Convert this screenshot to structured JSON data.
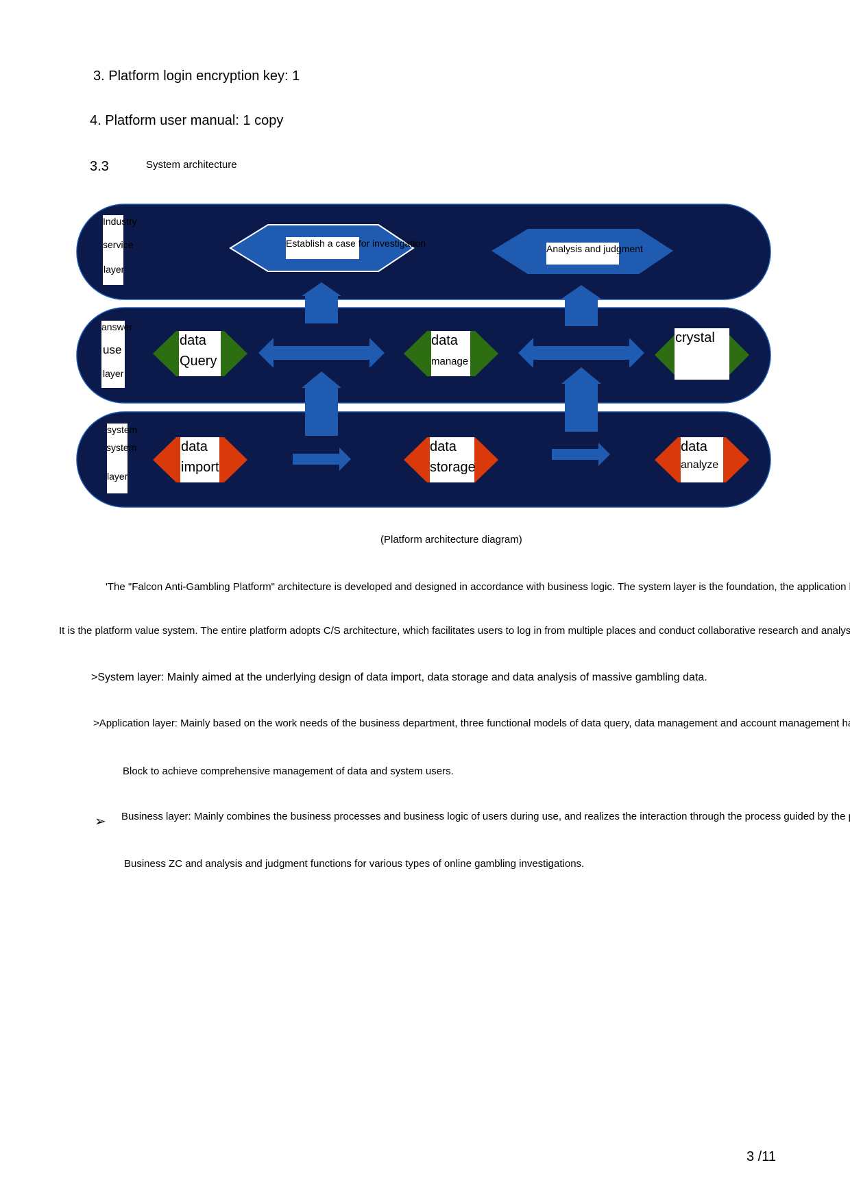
{
  "list_items": {
    "item3": "3. Platform login encryption key: 1",
    "item4": "4. Platform user manual: 1 copy"
  },
  "section": {
    "number": "3.3",
    "title": "System architecture"
  },
  "diagram": {
    "layers": {
      "business": [
        "Industry",
        "service",
        "layer"
      ],
      "application": [
        "answer",
        "use",
        "layer"
      ],
      "system": [
        "system",
        "system",
        "layer"
      ]
    },
    "modules": {
      "establish_case": "Establish a case for investigation",
      "analysis_judgment": "Analysis and judgment",
      "data_query": [
        "data",
        "Query"
      ],
      "data_manage": [
        "data",
        "manage"
      ],
      "crystal": "crystal",
      "data_import": [
        "data",
        "import"
      ],
      "data_storage": [
        "data",
        "storage"
      ],
      "data_analyze": [
        "data",
        "analyze"
      ]
    },
    "colors": {
      "layer_band": "#0b1a4a",
      "arrow_blue": "#1f5bb0",
      "app_green": "#2e6e12",
      "sys_red": "#d9390b"
    }
  },
  "caption": "(Platform architecture diagram)",
  "paragraphs": {
    "p1": "'The \"Falcon Anti-Gambling Platform\" architecture is developed and designed in accordance with business logic. The system layer is the foundation, the application layer is the core, and the business layer",
    "p2": "It is the platform value system. The entire platform adopts C/S architecture, which facilitates users to log in from multiple places and conduct collaborative research and analysis work.",
    "system_layer": ">System layer: Mainly aimed at the underlying design of data import, data storage and data analysis of massive gambling data.",
    "application_layer": ">Application layer: Mainly based on the work needs of the business department, three functional models of data query, data management and account management have been designed.",
    "application_cont": "Block to achieve comprehensive management of data and system users.",
    "business_bullet": "➢",
    "business_layer": "Business layer: Mainly combines the business processes and business logic of users during use, and realizes the interaction through the process guided by the platform.",
    "business_cont": "Business ZC and analysis and judgment functions for various types of online gambling investigations."
  },
  "page_number": "3 /11"
}
